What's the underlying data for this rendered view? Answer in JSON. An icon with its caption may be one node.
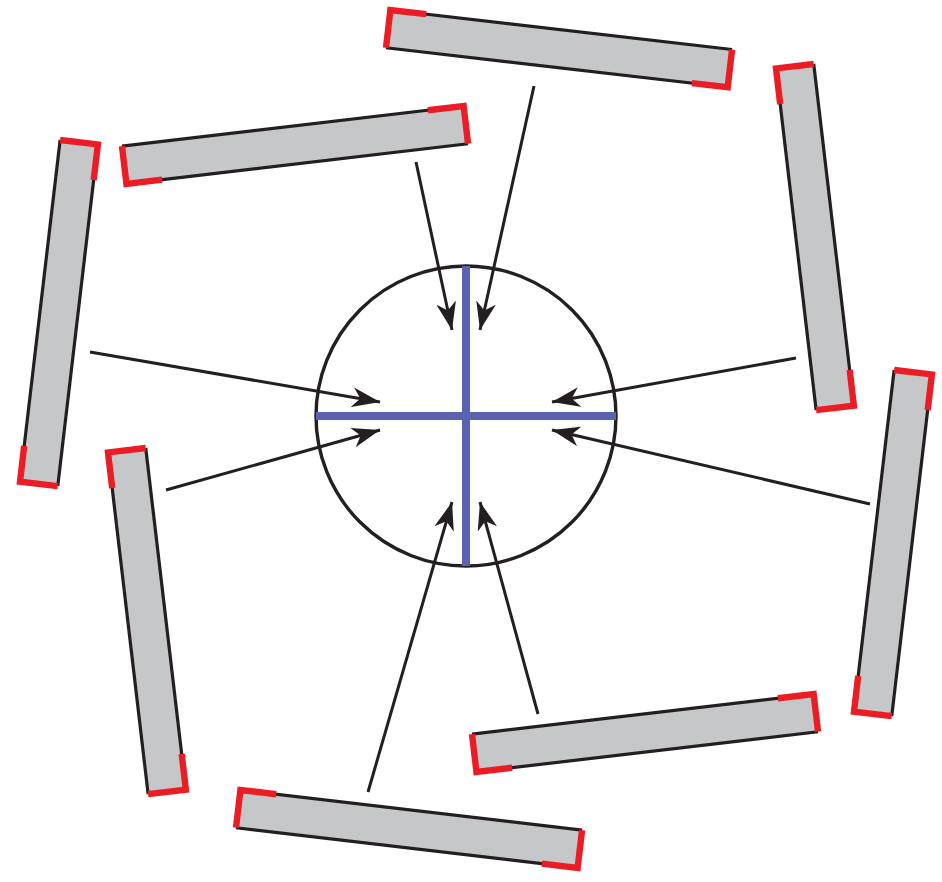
{
  "diagram": {
    "nodes": [
      {
        "text": [],
        "shape": "bar"
      },
      {
        "text": [],
        "shape": "bar"
      },
      {
        "text": [],
        "shape": "bar"
      },
      {
        "text": [],
        "shape": "bar"
      },
      {
        "text": [],
        "shape": "circle"
      },
      {
        "text": [],
        "shape": "line",
        "in": 4
      },
      {
        "text": [],
        "shape": "line",
        "in": 4
      },
      {
        "text": [],
        "shape": "bar"
      },
      {
        "text": [],
        "shape": "bar"
      },
      {
        "text": [],
        "shape": "bar"
      },
      {
        "text": [],
        "shape": "bar"
      }
    ],
    "edges": [
      {
        "from": 0,
        "to": 5,
        "arrow": "to"
      },
      {
        "from": 2,
        "to": 5,
        "arrow": "to"
      },
      {
        "from": 3,
        "to": 6,
        "arrow": "to"
      },
      {
        "from": 1,
        "to": 6,
        "arrow": "to"
      },
      {
        "from": 8,
        "to": 6,
        "arrow": "to"
      },
      {
        "from": 7,
        "to": 6,
        "arrow": "to"
      },
      {
        "from": 9,
        "to": 5,
        "arrow": "to"
      },
      {
        "from": 10,
        "to": 5,
        "arrow": "to"
      }
    ]
  }
}
